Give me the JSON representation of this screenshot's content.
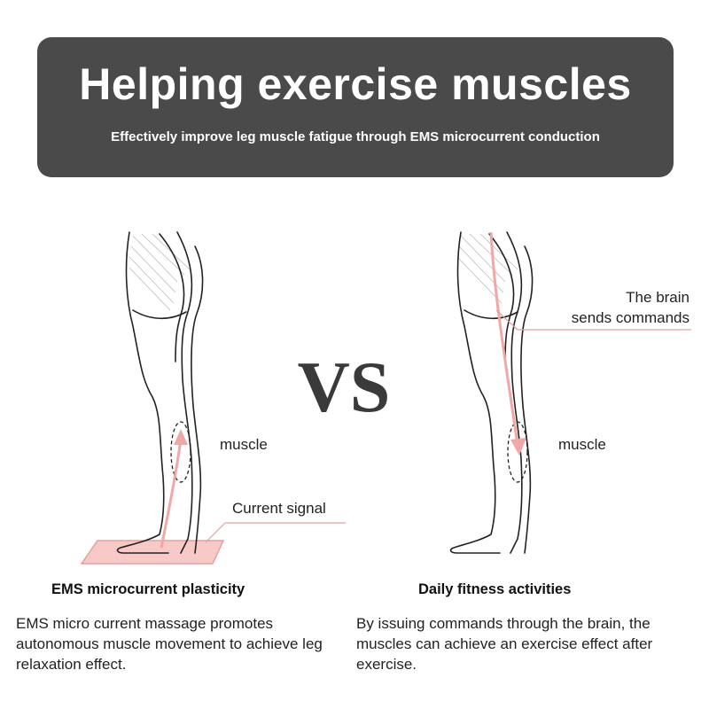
{
  "header": {
    "title": "Helping exercise muscles",
    "subtitle": "Effectively improve leg muscle fatigue through EMS microcurrent conduction"
  },
  "vs_text": "VS",
  "left": {
    "muscle_label": "muscle",
    "signal_label": "Current signal",
    "title": "EMS microcurrent plasticity",
    "description": "EMS micro current massage promotes autonomous muscle movement to achieve leg relaxation effect."
  },
  "right": {
    "brain_label_line1": "The brain",
    "brain_label_line2": "sends commands",
    "muscle_label": "muscle",
    "title": "Daily fitness activities",
    "description": "By issuing commands through the brain, the muscles can achieve an exercise effect after exercise."
  },
  "colors": {
    "banner_bg": "#4a4a4a",
    "accent_pink": "#f2a7a7",
    "pad_pink": "#f7c9c7",
    "line_color": "#222222"
  }
}
